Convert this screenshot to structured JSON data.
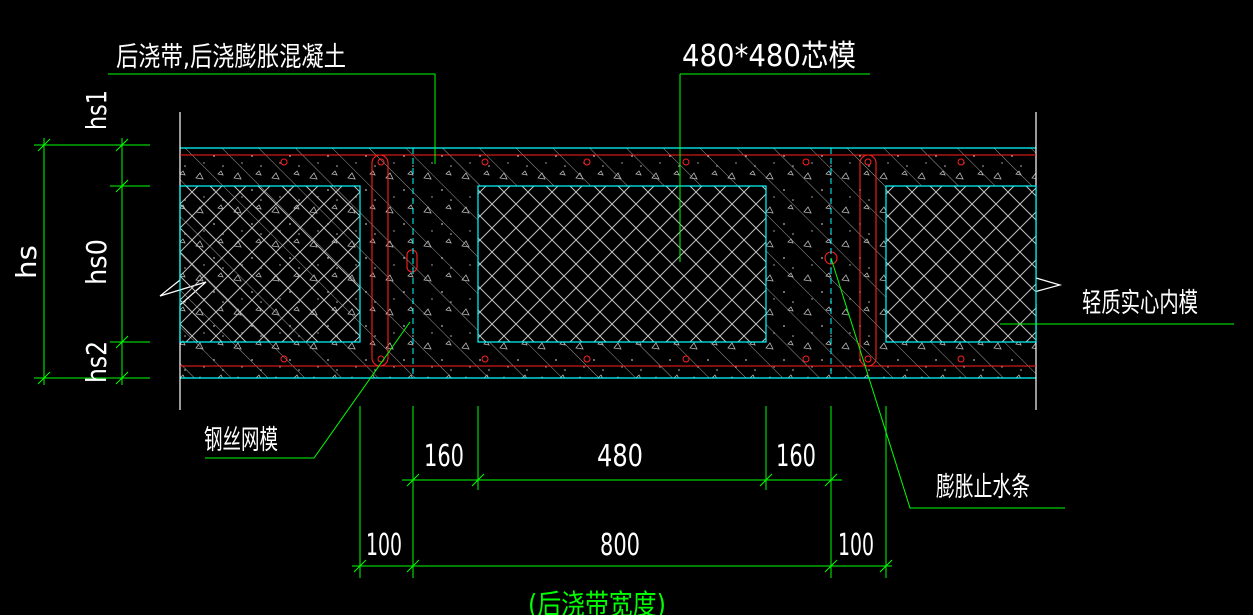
{
  "labels": {
    "post_pour_band": "后浇带,后浇膨胀混凝土",
    "core_mold": "480*480芯模",
    "light_inner_mold": "轻质实心内模",
    "steel_wire_mesh": "钢丝网模",
    "water_stop": "膨胀止水条",
    "band_width_caption": "(后浇带宽度)"
  },
  "left_dims": {
    "total": "hs",
    "top": "hs1",
    "middle": "hs0",
    "bottom": "hs2"
  },
  "bottom_dims": {
    "row1": [
      "160",
      "480",
      "160"
    ],
    "row2": [
      "100",
      "800",
      "100"
    ]
  },
  "colors": {
    "background": "#000000",
    "dimension_green": "#00FF00",
    "label_white": "#FFFFFF",
    "outline_cyan": "#00FFFF",
    "rebar_red": "#FF0000",
    "hatch_white": "#C8C8C8",
    "caption_green": "#00FF00"
  }
}
